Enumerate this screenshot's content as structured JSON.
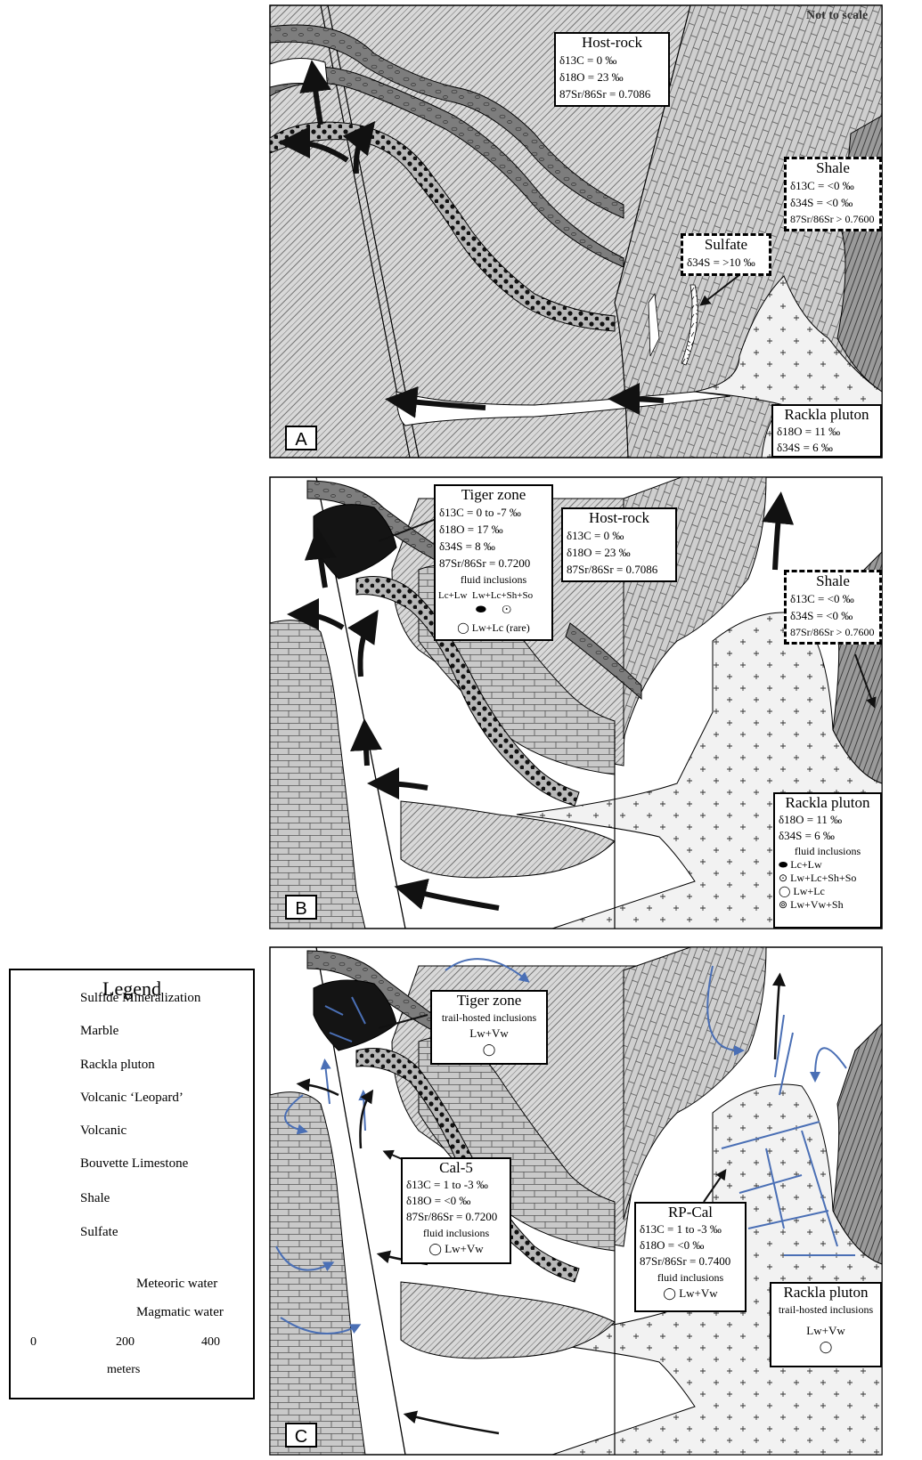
{
  "figure": {
    "not_to_scale": "Not to scale",
    "panels": [
      "A",
      "B",
      "C"
    ]
  },
  "panel_a": {
    "host_rock": {
      "title": "Host-rock",
      "lines": [
        "δ13C = 0 ‰",
        "δ18O = 23 ‰",
        "87Sr/86Sr = 0.7086"
      ]
    },
    "shale": {
      "title": "Shale",
      "lines": [
        "δ13C = <0 ‰",
        "δ34S = <0 ‰",
        "87Sr/86Sr > 0.7600"
      ]
    },
    "sulfate": {
      "title": "Sulfate",
      "lines": [
        "δ34S = >10 ‰"
      ]
    },
    "pluton": {
      "title": "Rackla pluton",
      "lines": [
        "δ18O = 11 ‰",
        "δ34S = 6 ‰"
      ]
    }
  },
  "panel_b": {
    "tiger": {
      "title": "Tiger zone",
      "lines": [
        "δ13C = 0 to -7 ‰",
        "δ18O = 17 ‰",
        "δ34S = 8 ‰",
        "87Sr/86Sr = 0.7200"
      ],
      "fi_title": "fluid inclusions",
      "fi_a": "Lc+Lw",
      "fi_b": "Lw+Lc+Sh+So",
      "fi_c": "Lw+Lc (rare)"
    },
    "host_rock": {
      "title": "Host-rock",
      "lines": [
        "δ13C = 0 ‰",
        "δ18O = 23 ‰",
        "87Sr/86Sr = 0.7086"
      ]
    },
    "shale": {
      "title": "Shale",
      "lines": [
        "δ13C = <0 ‰",
        "δ34S = <0 ‰",
        "87Sr/86Sr > 0.7600"
      ]
    },
    "pluton": {
      "title": "Rackla pluton",
      "lines": [
        "δ18O = 11 ‰",
        "δ34S = 6 ‰"
      ],
      "fi_title": "fluid inclusions",
      "fi": [
        "Lc+Lw",
        "Lw+Lc+Sh+So",
        "Lw+Lc",
        "Lw+Vw+Sh"
      ]
    }
  },
  "panel_c": {
    "tiger": {
      "title": "Tiger zone",
      "sub": "trail-hosted inclusions",
      "fi": "Lw+Vw"
    },
    "cal5": {
      "title": "Cal-5",
      "lines": [
        "δ13C = 1 to -3 ‰",
        "δ18O = <0 ‰",
        "87Sr/86Sr = 0.7200"
      ],
      "fi_title": "fluid inclusions",
      "fi": "Lw+Vw"
    },
    "rpcal": {
      "title": "RP-Cal",
      "lines": [
        "δ13C = 1 to -3 ‰",
        "δ18O = <0 ‰",
        "87Sr/86Sr = 0.7400"
      ],
      "fi_title": "fluid inclusions",
      "fi": "Lw+Vw"
    },
    "pluton": {
      "title": "Rackla pluton",
      "sub": "trail-hosted inclusions",
      "fi": "Lw+Vw"
    }
  },
  "legend": {
    "title": "Legend",
    "items": [
      "Sulfide Mineralization",
      "Marble",
      "Rackla pluton",
      "Volcanic ‘Leopard’",
      "Volcanic",
      "Bouvette Limestone",
      "Shale",
      "Sulfate"
    ],
    "meteoric": "Meteoric water",
    "magmatic": "Magmatic water",
    "scale": {
      "ticks": [
        "0",
        "200",
        "400"
      ],
      "unit": "meters"
    }
  },
  "colors": {
    "meteoric": "#4a6fb5",
    "magmatic": "#111111",
    "limestone": "#c4c4c4",
    "shale": "#8a8a8a",
    "pluton": "#f1f1f1",
    "mineralization": "#141414"
  }
}
